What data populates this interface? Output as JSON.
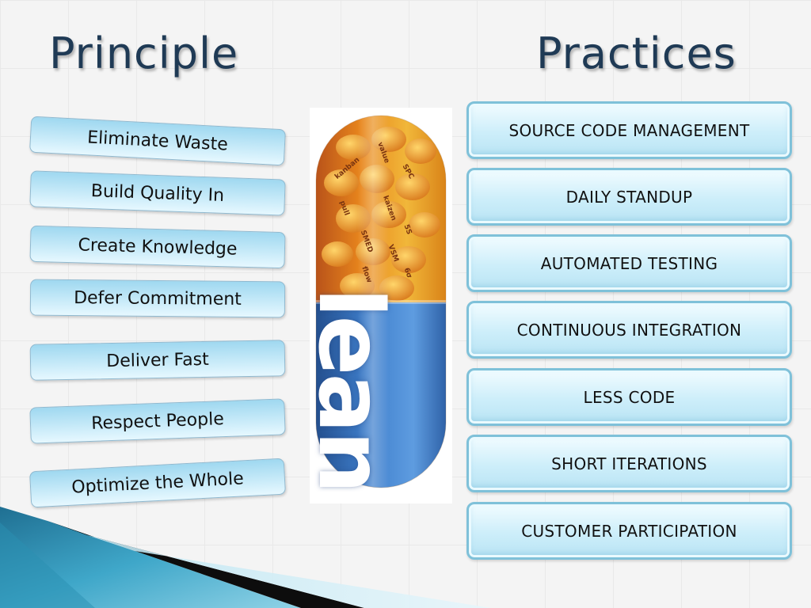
{
  "slide": {
    "principle_heading": "Principle",
    "practices_heading": "Practices"
  },
  "principles": [
    "Eliminate Waste",
    "Build Quality In",
    "Create Knowledge",
    "Defer Commitment",
    "Deliver Fast",
    "Respect People",
    "Optimize the Whole"
  ],
  "practices": [
    "SOURCE CODE MANAGEMENT",
    "DAILY STANDUP",
    "AUTOMATED TESTING",
    "CONTINUOUS INTEGRATION",
    "LESS CODE",
    "SHORT ITERATIONS",
    "CUSTOMER PARTICIPATION"
  ],
  "pill": {
    "word": "lean",
    "tags": [
      "kanban",
      "value",
      "SPC",
      "kaizen",
      "pull",
      "5S",
      "SMED",
      "VSM",
      "6σ",
      "flow"
    ]
  },
  "colors": {
    "heading": "#1f3a55",
    "principle_fill_top": "#9fd8f0",
    "principle_fill_bottom": "#e6f8ff",
    "practice_border": "#7fc1d9",
    "pill_orange": "#e8941c",
    "pill_blue": "#3a78c4",
    "corner_teal": "#2a8fb2"
  }
}
